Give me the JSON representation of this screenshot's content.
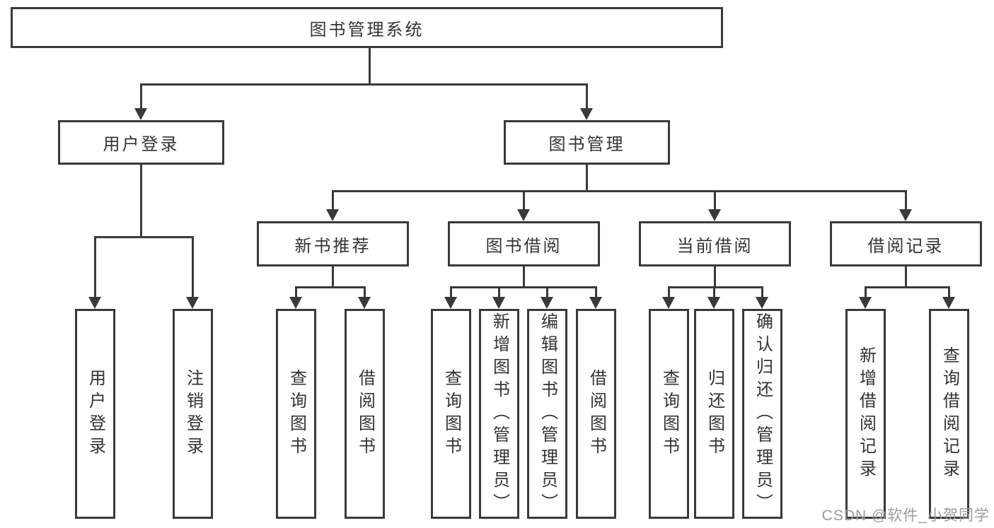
{
  "colors": {
    "line": "#3a3a3a",
    "text": "#333333",
    "watermark": "#9b9b9b",
    "background": "#ffffff"
  },
  "diagram": {
    "root": {
      "label": "图书管理系统"
    },
    "branches": [
      {
        "label": "用户登录",
        "children": [
          {
            "label": "用户登录"
          },
          {
            "label": "注销登录"
          }
        ]
      },
      {
        "label": "图书管理",
        "children": [
          {
            "label": "新书推荐",
            "children": [
              {
                "label": "查询图书"
              },
              {
                "label": "借阅图书"
              }
            ]
          },
          {
            "label": "图书借阅",
            "children": [
              {
                "label": "查询图书"
              },
              {
                "label": "新增图书（管理员）"
              },
              {
                "label": "编辑图书（管理员）"
              },
              {
                "label": "借阅图书"
              }
            ]
          },
          {
            "label": "当前借阅",
            "children": [
              {
                "label": "查询图书"
              },
              {
                "label": "归还图书"
              },
              {
                "label": "确认归还（管理员）"
              }
            ]
          },
          {
            "label": "借阅记录",
            "children": [
              {
                "label": "新增借阅记录"
              },
              {
                "label": "查询借阅记录"
              }
            ]
          }
        ]
      }
    ]
  },
  "watermark": {
    "text": "CSDN @软件_小贺同学"
  }
}
